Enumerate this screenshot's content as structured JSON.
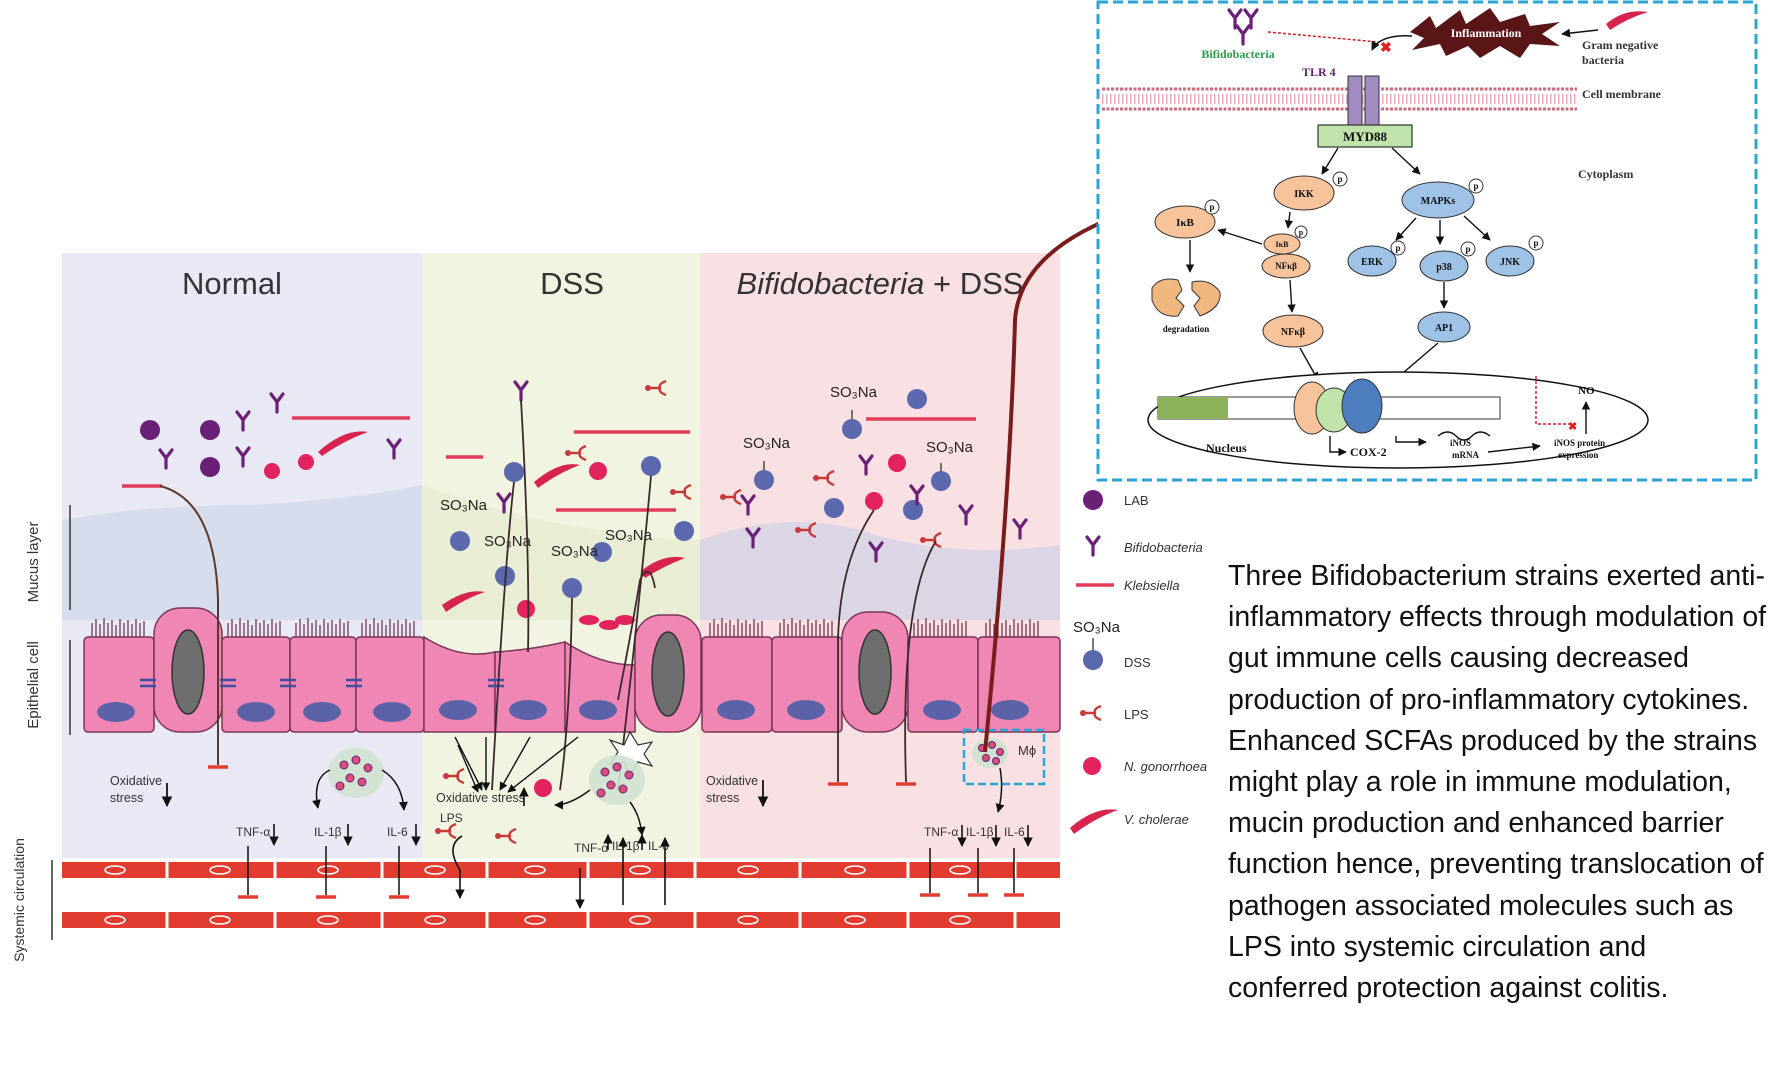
{
  "panels": {
    "normal": "Normal",
    "dss": "DSS",
    "bifido_italic": "Bifidobacteria",
    "bifido_rest": " + DSS"
  },
  "side_labels": {
    "mucus": "Mucus layer",
    "epithelial": "Epithelial cell",
    "systemic": "Systemic circulation"
  },
  "labels": {
    "so3na": "SO₃Na",
    "oxidative_line1": "Oxidative",
    "oxidative_line2": "stress",
    "oxidative_full": "Oxidative stress",
    "lps": "LPS",
    "tnf": "TNF-α",
    "il1b": "IL-1β",
    "il6": "IL-6",
    "mphi": "Mϕ"
  },
  "legend": {
    "lab": "LAB",
    "bifido": "Bifidobacteria",
    "klebsiella": "Klebsiella",
    "so3na": "SO₃Na",
    "dss": "DSS",
    "lps": "LPS",
    "ngon": "N. gonorrhoea",
    "vchol": "V. cholerae"
  },
  "pathway": {
    "bifidobacteria": "Bifidobacteria",
    "inflammation": "Inflammation",
    "gram1": "Gram negative",
    "gram2": "bacteria",
    "tlr4": "TLR 4",
    "cell_membrane": "Cell membrane",
    "myd88": "MYD88",
    "cytoplasm": "Cytoplasm",
    "ikk": "IKK",
    "ikb": "IκB",
    "nfkb": "NFκβ",
    "mapks": "MAPKs",
    "erk": "ERK",
    "p38": "p38",
    "jnk": "JNK",
    "ap1": "AP1",
    "degradation": "degradation",
    "nucleus": "Nucleus",
    "cox2": "COX-2",
    "inos1": "iNOS",
    "inos2": "mRNA",
    "no": "NO",
    "inos_prot1": "iNOS protein",
    "inos_prot2": "expression",
    "p": "p"
  },
  "description": "Three Bifidobacterium strains exerted anti-inflammatory effects through modulation of gut immune cells causing decreased production of pro-inflammatory cytokines. Enhanced SCFAs produced by the strains might play a role in immune modulation, mucin production and enhanced barrier function hence, preventing translocation of pathogen associated molecules such as LPS into systemic circulation and conferred protection against colitis.",
  "colors": {
    "normal_bg": "#e9e9f5",
    "dss_bg": "#f2f4e2",
    "bifido_bg": "#f8e0e3",
    "epithelium": "#ef86b3",
    "nucleus": "#5b62a8",
    "vessel": "#e23c30",
    "lab": "#6b2077",
    "pathogen": "#e2235d",
    "dss_dot": "#5b68ad",
    "pathway_border": "#2aa6d6",
    "arrow_red": "#7a1c1c"
  }
}
